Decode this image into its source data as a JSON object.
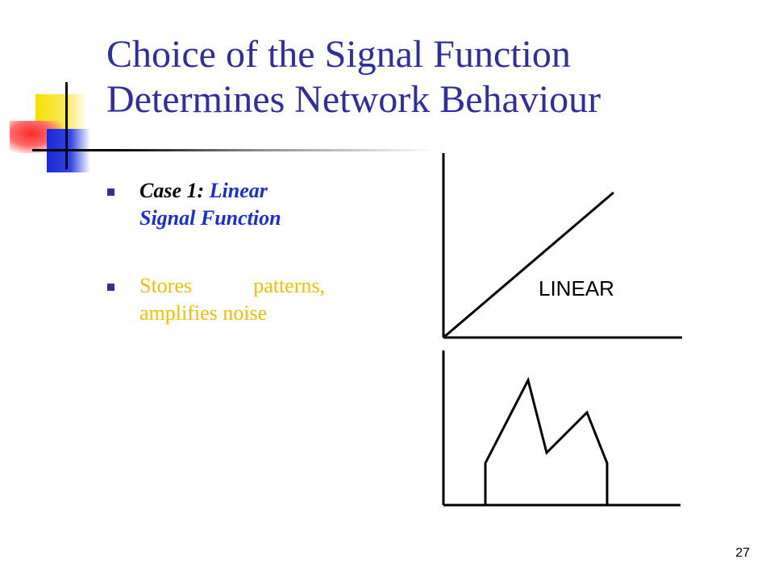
{
  "slide": {
    "title_line1": "Choice of the Signal Function",
    "title_line2": "Determines Network Behaviour",
    "page_number": "27"
  },
  "bullets": [
    {
      "prefix": "Case 1: ",
      "highlight": "Linear Signal Function"
    },
    {
      "text": "Stores patterns, amplifies noise"
    }
  ],
  "diagram": {
    "top_label": "LINEAR"
  },
  "colors": {
    "title": "#2e2e9e",
    "highlight": "#1a2ed8",
    "bullet2": "#f0c000"
  }
}
